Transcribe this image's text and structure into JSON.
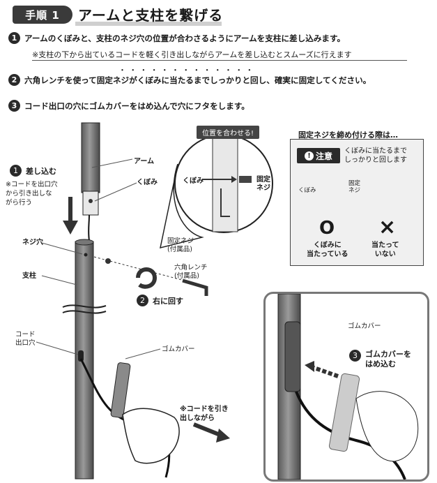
{
  "header": {
    "step_badge": "手順 1",
    "title": "アームと支柱を繋げる"
  },
  "instructions": [
    {
      "num": "1",
      "text": "アームのくぼみと、支柱のネジ穴の位置が合わさるようにアームを支柱に差し込みます。"
    },
    {
      "num": "2",
      "text": "六角レンチを使って固定ネジがくぼみに当たるまでしっかりと回し、確実に固定してください。"
    },
    {
      "num": "3",
      "text": "コード出口の穴にゴムカバーをはめ込んで穴にフタをします。"
    }
  ],
  "note1": "※支柱の下から出ているコードを軽く引き出しながらアームを差し込むとスムーズに行えます",
  "emphasis_dots": "・・・・・・・・・・・・・",
  "diagram": {
    "insert_label": "差し込む",
    "insert_num": "1",
    "insert_note": [
      "※コードを出口穴",
      "から引き出しな",
      "がら行う"
    ],
    "arm": "アーム",
    "kubomi": "くぼみ",
    "screw_hole": "ネジ穴",
    "pole": "支柱",
    "fixing_screw": [
      "固定ネジ",
      "(付属品)"
    ],
    "hex_wrench": [
      "六角レンチ",
      "(付属品)"
    ],
    "turn_right_num": "2",
    "turn_right": "右に回す",
    "cord_exit": [
      "コード",
      "出口穴"
    ],
    "rubber_cover": "ゴムカバー",
    "pull_note": [
      "※コードを引き",
      "出しながら"
    ]
  },
  "zoom": {
    "bubble": "位置を合わせる!",
    "kubomi": "くぼみ",
    "screw": [
      "固定",
      "ネジ"
    ]
  },
  "warning": {
    "title": "固定ネジを締め付ける際は…",
    "badge_icon": "!",
    "badge": "注意",
    "text": [
      "くぼみに当たるまで",
      "しっかりと回します"
    ],
    "kubomi": "くぼみ",
    "screw": [
      "固定",
      "ネジ"
    ],
    "ok_symbol": "O",
    "ok": [
      "くぼみに",
      "当たっている"
    ],
    "ng_symbol": "×",
    "ng": [
      "当たって",
      "いない"
    ]
  },
  "inset": {
    "rubber_cover": "ゴムカバー",
    "step_num": "3",
    "step_text": [
      "ゴムカバーを",
      "はめ込む"
    ]
  }
}
